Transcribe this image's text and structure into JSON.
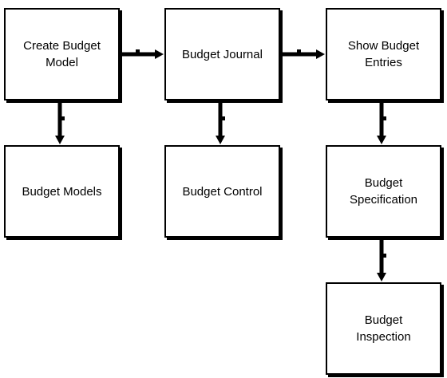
{
  "nodes": {
    "create_budget_model": "Create Budget\nModel",
    "budget_journal": "Budget Journal",
    "show_budget_entries": "Show Budget\nEntries",
    "budget_models": "Budget Models",
    "budget_control": "Budget Control",
    "budget_specification": "Budget\nSpecification",
    "budget_inspection": "Budget\nInspection"
  },
  "edges": [
    {
      "from": "create_budget_model",
      "to": "budget_journal"
    },
    {
      "from": "budget_journal",
      "to": "show_budget_entries"
    },
    {
      "from": "create_budget_model",
      "to": "budget_models"
    },
    {
      "from": "budget_journal",
      "to": "budget_control"
    },
    {
      "from": "show_budget_entries",
      "to": "budget_specification"
    },
    {
      "from": "budget_specification",
      "to": "budget_inspection"
    }
  ],
  "colors": {
    "stroke": "#000000",
    "fill": "#ffffff"
  }
}
